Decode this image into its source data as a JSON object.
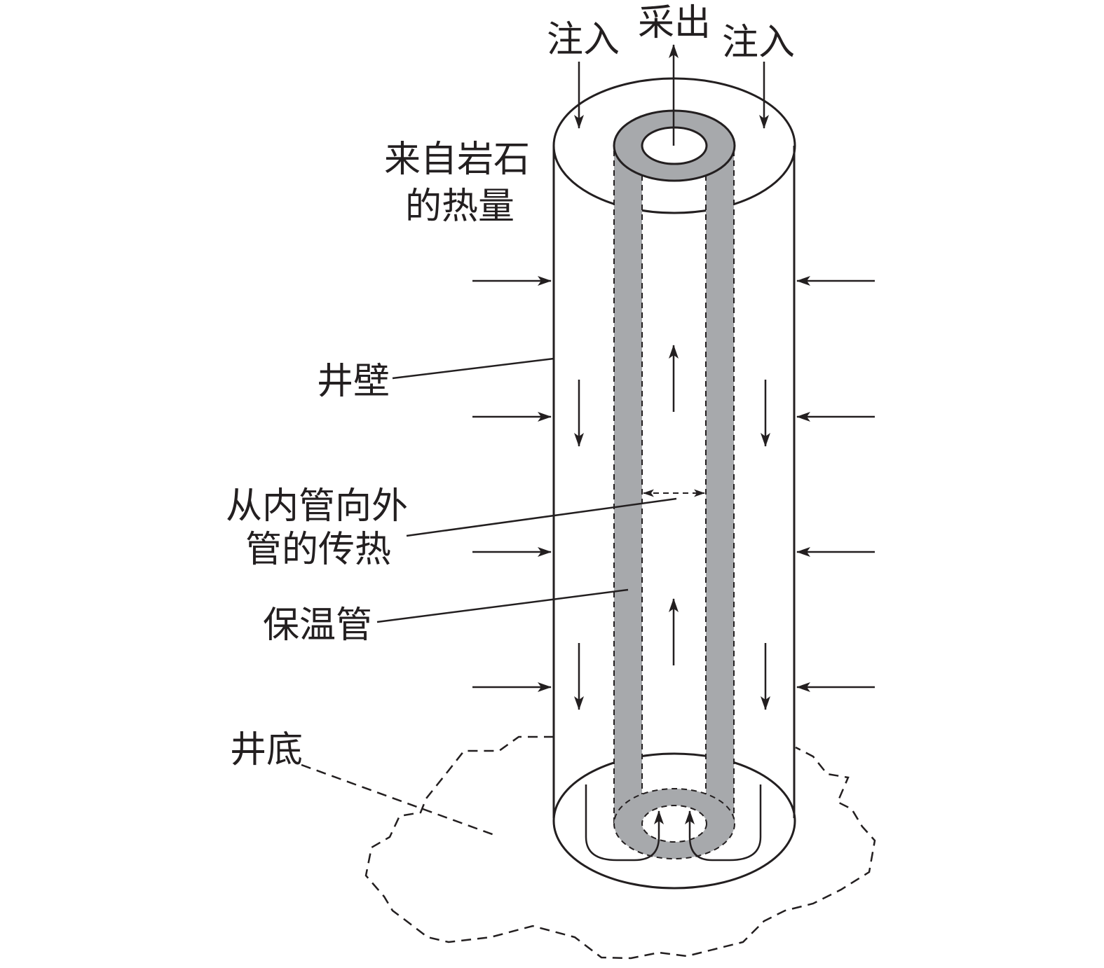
{
  "diagram": {
    "labels": {
      "inject_left": "注入",
      "produce": "采出",
      "inject_right": "注入",
      "heat_from_rock_line1": "来自岩石",
      "heat_from_rock_line2": "的热量",
      "well_wall": "井壁",
      "inner_to_outer_line1": "从内管向外",
      "inner_to_outer_line2": "管的传热",
      "insulated_pipe": "保温管",
      "well_bottom": "井底"
    },
    "colors": {
      "line": "#231f20",
      "insulation": "#a7a9ac",
      "background": "#ffffff"
    }
  }
}
